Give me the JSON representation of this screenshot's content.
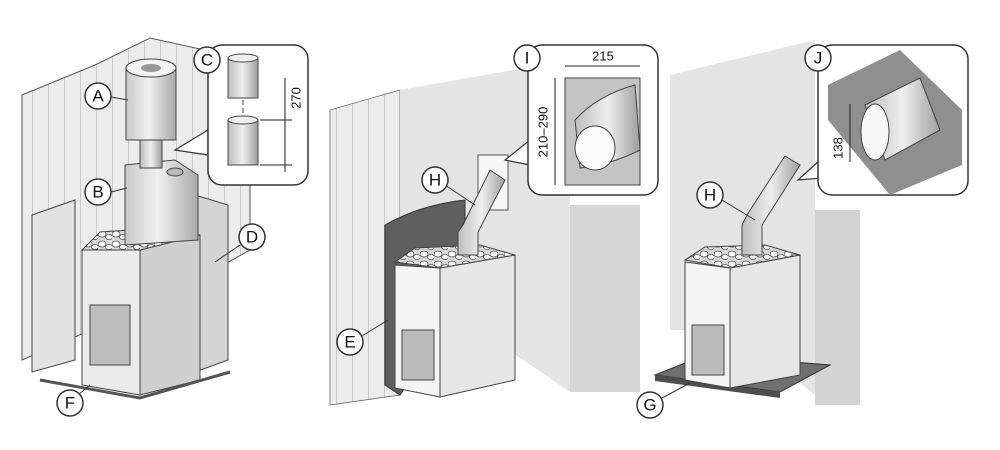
{
  "callouts": {
    "A": "A",
    "B": "B",
    "C": "C",
    "D": "D",
    "E": "E",
    "F": "F",
    "G": "G",
    "H1": "H",
    "H2": "H",
    "I": "I",
    "J": "J"
  },
  "dimensions": {
    "c_gap": "270",
    "i_width": "215",
    "i_height": "210–290",
    "j_diameter": "138"
  },
  "colors": {
    "line": "#333333",
    "wall_light": "#e6e6e6",
    "wall_mid": "#cfcfcf",
    "metal_light": "#dcdcdc",
    "metal_dark": "#9a9a9a",
    "plate_dark": "#6f6f6f"
  }
}
